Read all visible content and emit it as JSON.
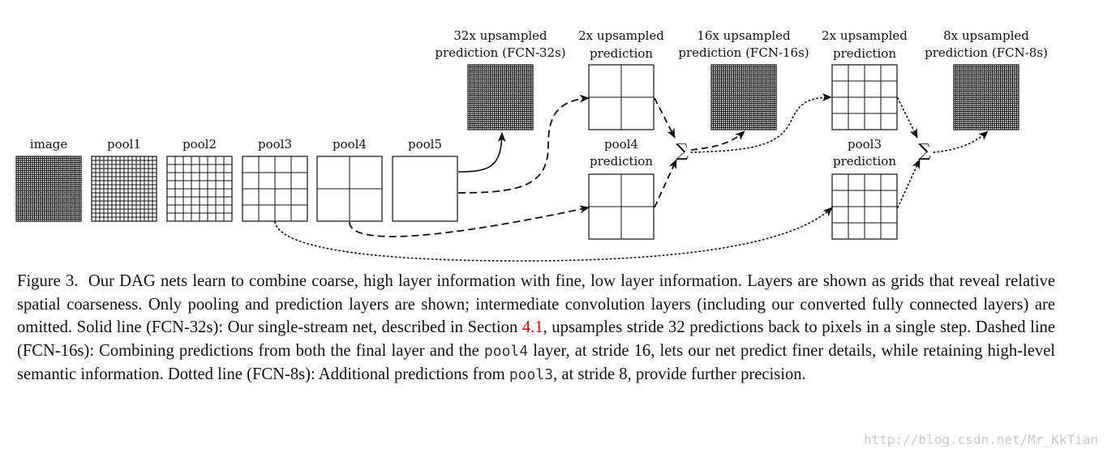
{
  "diagram": {
    "layers": {
      "image": "image",
      "pool1": "pool1",
      "pool2": "pool2",
      "pool3": "pool3",
      "pool4": "pool4",
      "pool5": "pool5"
    },
    "predictions": {
      "fcn32_line1": "32x upsampled",
      "fcn32_line2": "prediction (FCN-32s)",
      "up2a_line1": "2x upsampled",
      "up2a_line2": "prediction",
      "fcn16_line1": "16x upsampled",
      "fcn16_line2": "prediction (FCN-16s)",
      "up2b_line1": "2x upsampled",
      "up2b_line2": "prediction",
      "fcn8_line1": "8x upsampled",
      "fcn8_line2": "prediction (FCN-8s)",
      "pool4pred_line1": "pool4",
      "pool4pred_line2": "prediction",
      "pool3pred_line1": "pool3",
      "pool3pred_line2": "prediction"
    },
    "sum_symbol": "∑"
  },
  "caption": {
    "figure_label": "Figure 3.",
    "part1": "Our DAG nets learn to combine coarse, high layer information with fine, low layer information. Layers are shown as grids that reveal relative spatial coarseness. Only pooling and prediction layers are shown; intermediate convolution layers (including our converted fully connected layers) are omitted. Solid line (FCN-32s): Our single-stream net, described in Section ",
    "section_ref": "4.1",
    "part2": ", upsamples stride 32 predictions back to pixels in a single step. Dashed line (FCN-16s): Combining predictions from both the final layer and the ",
    "code_pool4": "pool4",
    "part3": " layer, at stride 16, lets our net predict finer details, while retaining high-level semantic information. Dotted line (FCN-8s): Additional predictions from ",
    "code_pool3": "pool3",
    "part4": ", at stride 8, provide further precision."
  },
  "watermark": "http://blog.csdn.net/Mr_KkTian"
}
